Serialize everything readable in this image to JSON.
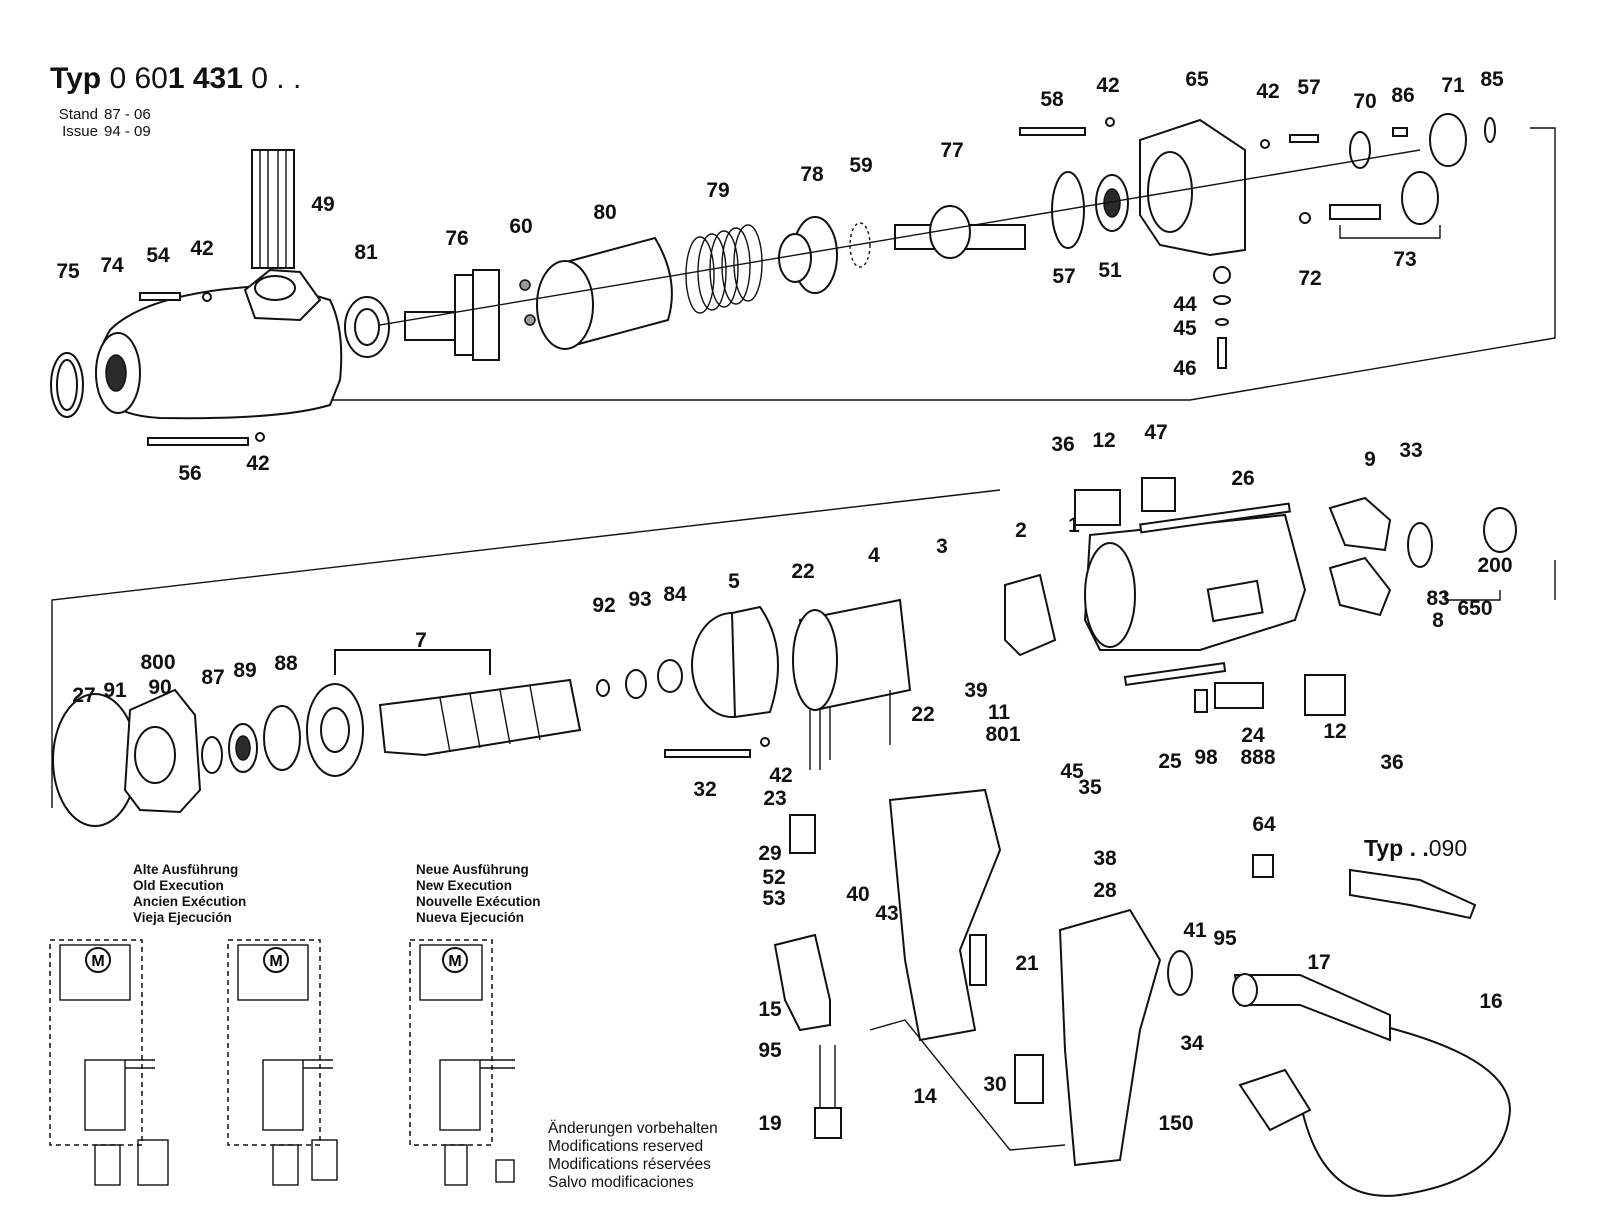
{
  "header": {
    "typ_prefix": "Typ",
    "typ_number_a": "0 60",
    "typ_number_b": "1 431",
    "typ_number_c": " 0 . .",
    "stand_label": "Stand",
    "stand_value": "87 - 06",
    "issue_label": "Issue",
    "issue_value": "94 - 09"
  },
  "callouts": [
    "75",
    "74",
    "54",
    "42",
    "49",
    "56",
    "42",
    "81",
    "76",
    "60",
    "80",
    "79",
    "78",
    "59",
    "77",
    "58",
    "42",
    "65",
    "42",
    "57",
    "70",
    "86",
    "71",
    "85",
    "57",
    "51",
    "72",
    "73",
    "44",
    "45",
    "46",
    "36",
    "12",
    "47",
    "26",
    "9",
    "33",
    "1",
    "2",
    "3",
    "4",
    "22",
    "5",
    "84",
    "93",
    "92",
    "7",
    "800",
    "90",
    "91",
    "27",
    "87",
    "89",
    "88",
    "39",
    "22",
    "11",
    "801",
    "45",
    "35",
    "32",
    "42",
    "23",
    "25",
    "98",
    "24",
    "888",
    "12",
    "36",
    "83",
    "200",
    "650",
    "8",
    "29",
    "52",
    "53",
    "40",
    "43",
    "15",
    "95",
    "19",
    "38",
    "28",
    "21",
    "41",
    "95",
    "17",
    "16",
    "64",
    "34",
    "30",
    "14",
    "150"
  ],
  "old_execution": [
    "Alte Ausführung",
    "Old Execution",
    "Ancien Exécution",
    "Vieja Ejecución"
  ],
  "new_execution": [
    "Neue Ausführung",
    "New Execution",
    "Nouvelle Exécution",
    "Nueva Ejecución"
  ],
  "reservations": [
    "Änderungen vorbehalten",
    "Modifications reserved",
    "Modifications réservées",
    "Salvo modificaciones"
  ],
  "variant_label": {
    "prefix": "Typ",
    "dots": " . .",
    "suffix": "090"
  },
  "motor_symbol": "M"
}
